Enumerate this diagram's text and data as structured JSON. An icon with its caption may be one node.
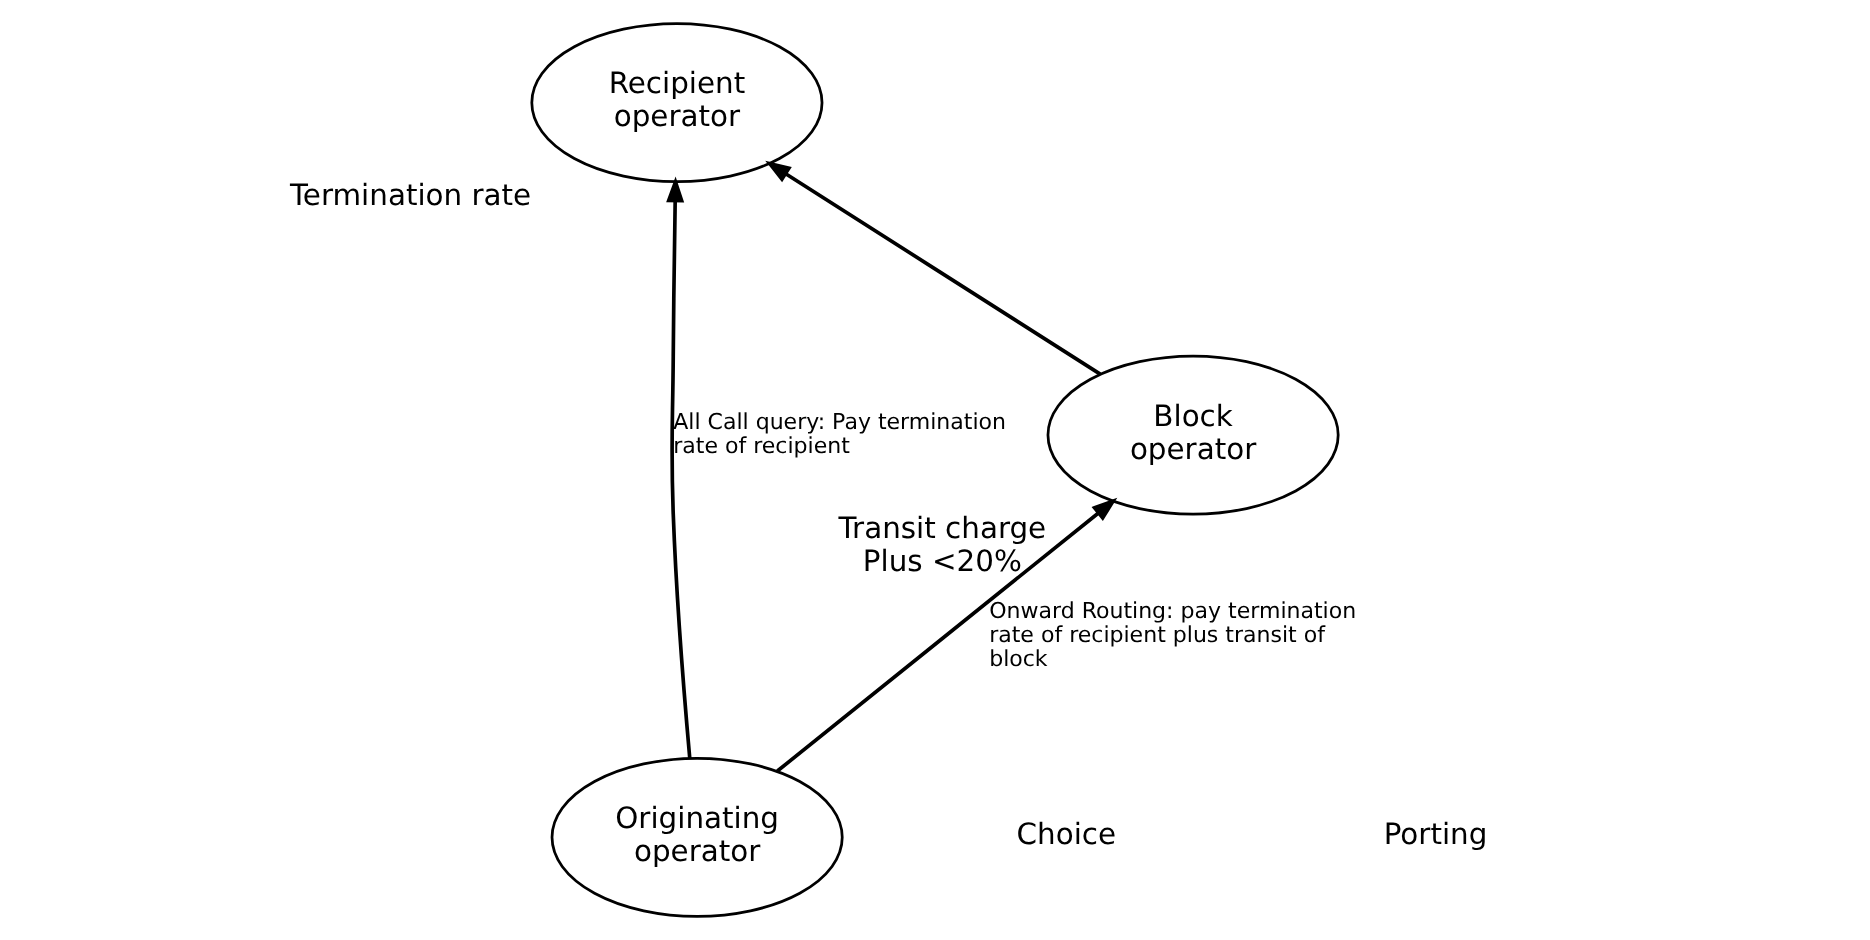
{
  "diagram": {
    "nodes": [
      {
        "text": [
          "Recipient operator"
        ],
        "beside": [
          "Termination rate"
        ]
      },
      {
        "text": [
          "Originating operator"
        ]
      },
      {
        "text": [
          "Block operator"
        ],
        "beside": [
          "Transit charge Plus <20%"
        ]
      }
    ],
    "edges": [
      {
        "from": 1,
        "to": 0,
        "arrow": "to",
        "label": "All Call query: Pay termination rate of recipient"
      },
      {
        "from": 1,
        "to": 2,
        "arrow": "to",
        "label": "Onward Routing: pay termination rate of recipient plus transit of block"
      },
      {
        "from": 2,
        "to": 0,
        "arrow": "to"
      }
    ],
    "labels": [
      "Choice",
      "Porting"
    ]
  }
}
